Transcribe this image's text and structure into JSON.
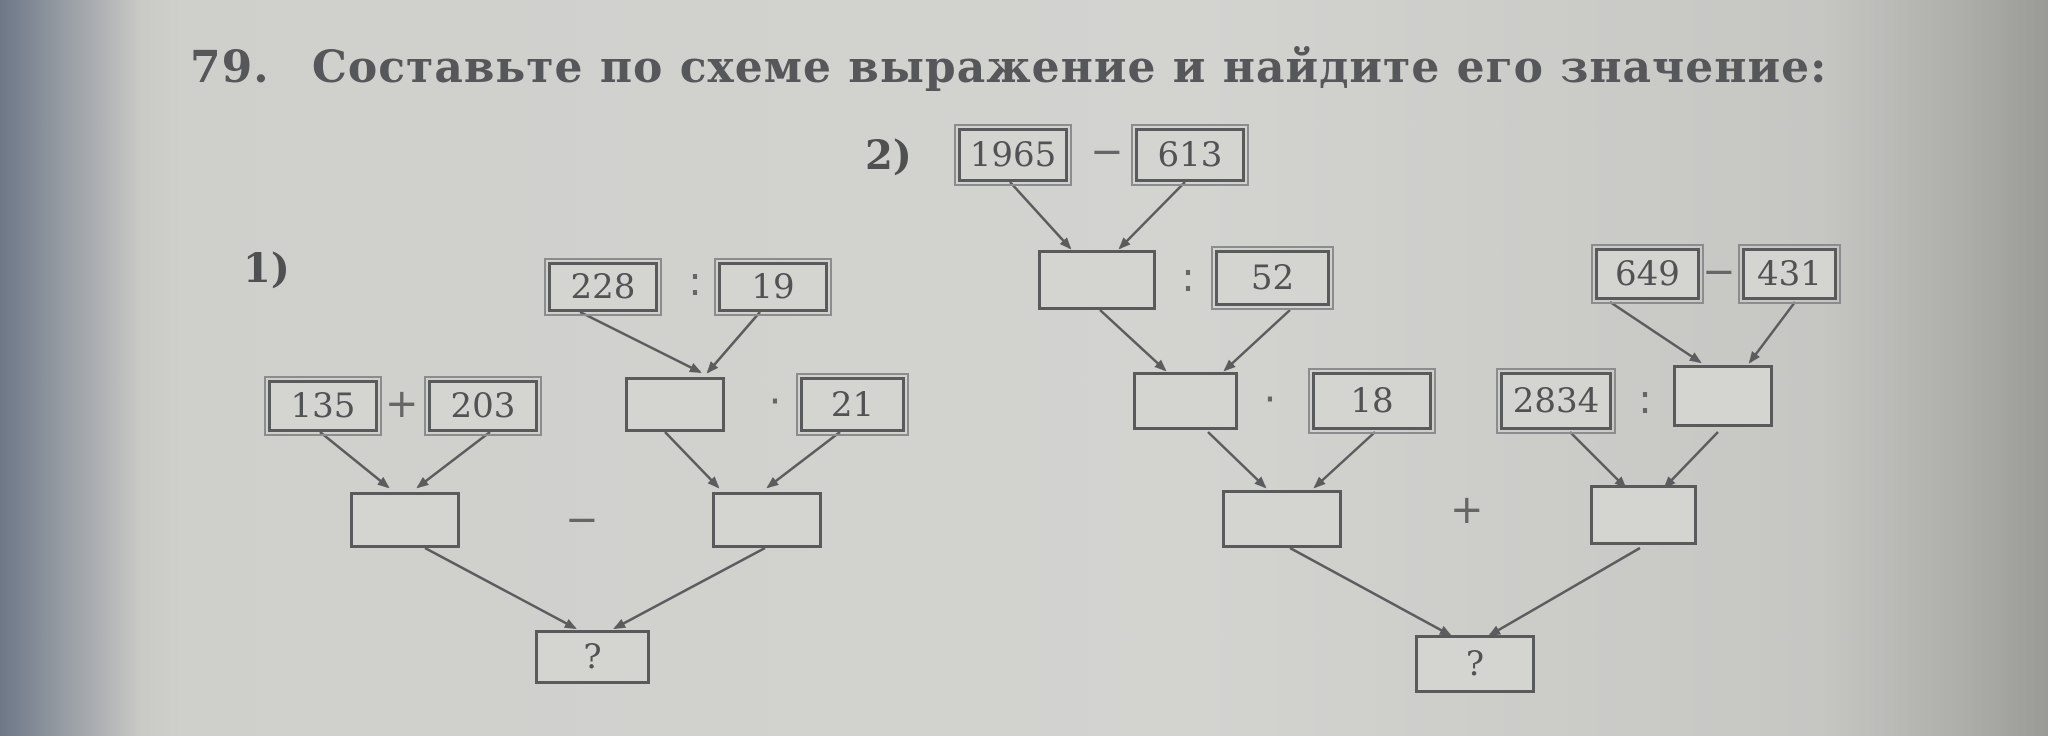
{
  "exercise": {
    "number": "79.",
    "title": "Составьте по схеме выражение и найдите его значение:"
  },
  "part1": {
    "label": "1)",
    "top": {
      "a": "228",
      "op": ":",
      "b": "19"
    },
    "left": {
      "a": "135",
      "op": "+",
      "b": "203"
    },
    "right": {
      "a": "",
      "op": "·",
      "b": "21"
    },
    "middle_op": "−",
    "result": "?"
  },
  "part2": {
    "label": "2)",
    "top": {
      "a": "1965",
      "op": "−",
      "b": "613"
    },
    "upper_left": {
      "a": "",
      "op": ":",
      "b": "52"
    },
    "upper_right": {
      "a": "649",
      "op": "−",
      "b": "431"
    },
    "left": {
      "a": "",
      "op": "·",
      "b": "18"
    },
    "right": {
      "a": "2834",
      "op": ":",
      "b": ""
    },
    "middle_op": "+",
    "result": "?"
  }
}
